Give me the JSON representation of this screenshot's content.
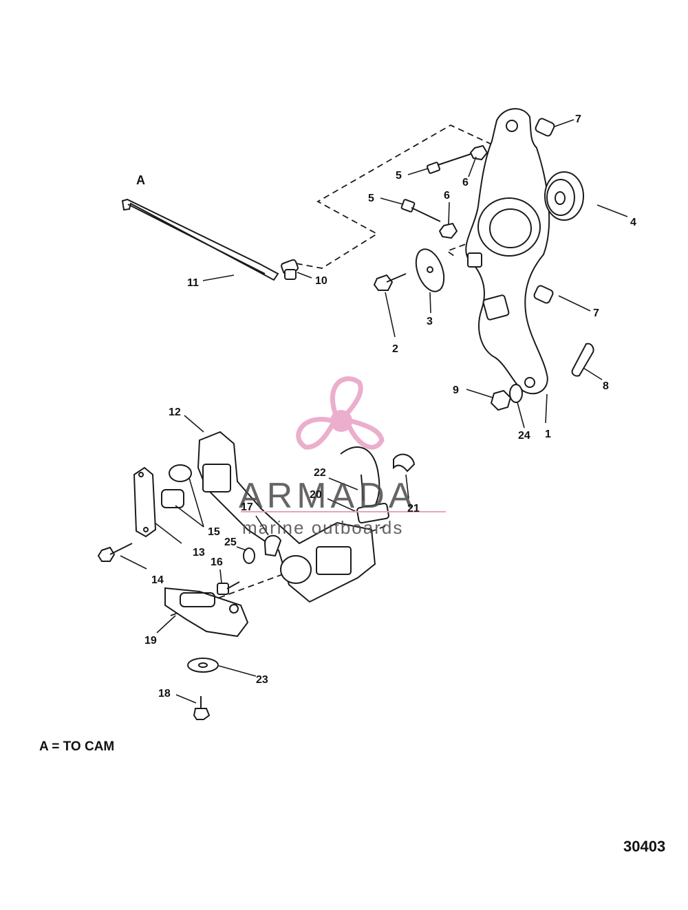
{
  "callouts": [
    "1",
    "2",
    "3",
    "4",
    "5",
    "5",
    "6",
    "6",
    "7",
    "7",
    "8",
    "9",
    "10",
    "11",
    "12",
    "13",
    "14",
    "15",
    "16",
    "17",
    "18",
    "19",
    "20",
    "21",
    "22",
    "23",
    "24",
    "25"
  ],
  "reference_label": "A",
  "legend_text": "A = TO CAM",
  "figure_number": "30403",
  "watermark": {
    "title": "ARMADA",
    "subtitle": "marine outboards",
    "color": "#e8a0c4"
  }
}
